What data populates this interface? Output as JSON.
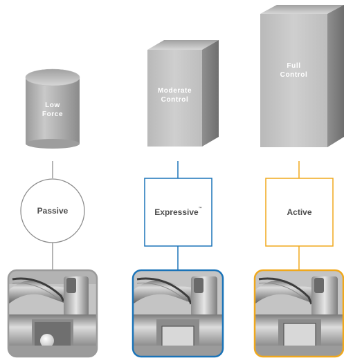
{
  "columns": [
    {
      "id": "passive",
      "shape_label_line1": "Low",
      "shape_label_line2": "Force",
      "node_label": "Passive",
      "node_label_suffix": "",
      "accent": "#8c8c8c",
      "shape": "cylinder",
      "node_shape": "circle",
      "image_icon": "bracket-with-ball-icon"
    },
    {
      "id": "expressive",
      "shape_label_line1": "Moderate",
      "shape_label_line2": "Control",
      "node_label": "Expressive",
      "node_label_suffix": "™",
      "accent": "#1a73b8",
      "shape": "box",
      "node_shape": "square",
      "image_icon": "bracket-with-clip-icon"
    },
    {
      "id": "active",
      "shape_label_line1": "Full",
      "shape_label_line2": "Control",
      "node_label": "Active",
      "node_label_suffix": "",
      "accent": "#f0a81c",
      "shape": "box",
      "node_shape": "square",
      "image_icon": "bracket-with-clip-icon"
    }
  ]
}
